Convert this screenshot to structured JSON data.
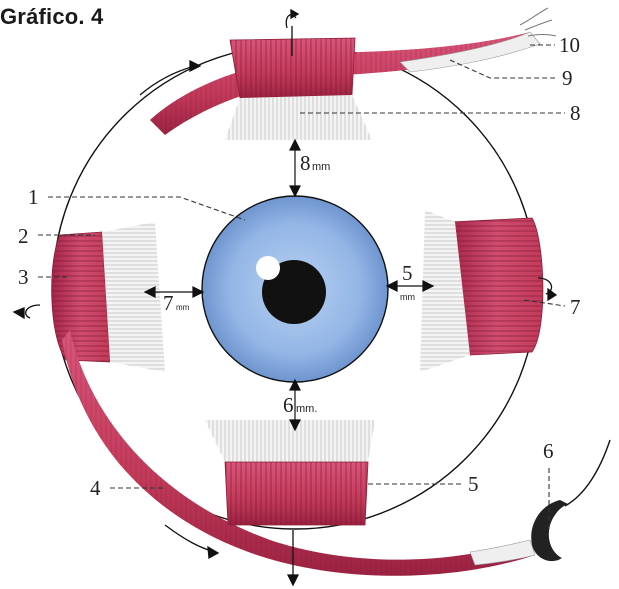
{
  "title": "Gráfico. 4",
  "labels": {
    "l1": "1",
    "l2": "2",
    "l3": "3",
    "l4": "4",
    "l5a": "5",
    "l5b": "5",
    "l6": "6",
    "l7": "7",
    "l8": "8",
    "l9": "9",
    "l10": "10"
  },
  "distances": {
    "top": "8",
    "top_unit": "mm",
    "bottom": "6",
    "bottom_unit": "mm.",
    "left": "7",
    "left_unit": "mm",
    "right_unit": "mm"
  },
  "colors": {
    "muscle": "#c8405e",
    "muscle_dark": "#8e1f3a",
    "iris": "#8fb4e6",
    "pupil": "#111111",
    "tendon": "#e8e8e8"
  }
}
